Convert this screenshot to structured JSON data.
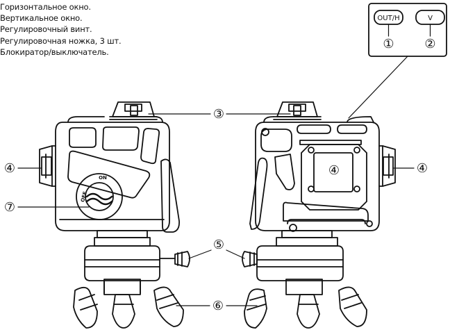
{
  "legend": [
    "Горизонтальное окно.",
    "Вертикальное окно.",
    "Регулировочный винт.",
    "Регулировочная ножка, 3 шт.",
    "Блокиратор/выключатель."
  ],
  "control_panel": {
    "button_1_label": "OUT/H",
    "button_2_label": "V",
    "button_1_number": "①",
    "button_2_number": "②"
  },
  "callouts": {
    "c3": "③",
    "c4_left": "④",
    "c4_center": "④",
    "c4_right": "④",
    "c5": "⑤",
    "c6": "⑥",
    "c7": "⑦"
  },
  "switch": {
    "on_label": "ON",
    "off_label": "OFF"
  }
}
